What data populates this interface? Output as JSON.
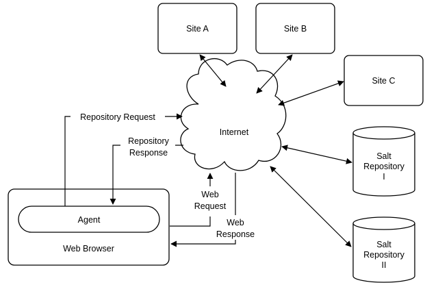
{
  "nodes": {
    "site_a": "Site A",
    "site_b": "Site B",
    "site_c": "Site C",
    "internet": "Internet",
    "salt_repo_1": [
      "Salt",
      "Repository",
      "I"
    ],
    "salt_repo_2": [
      "Salt",
      "Repository",
      "II"
    ],
    "agent": "Agent",
    "web_browser": "Web Browser"
  },
  "edges": {
    "repository_request": "Repository Request",
    "repository_response": [
      "Repository",
      "Response"
    ],
    "web_request": [
      "Web",
      "Request"
    ],
    "web_response": [
      "Web",
      "Response"
    ]
  }
}
